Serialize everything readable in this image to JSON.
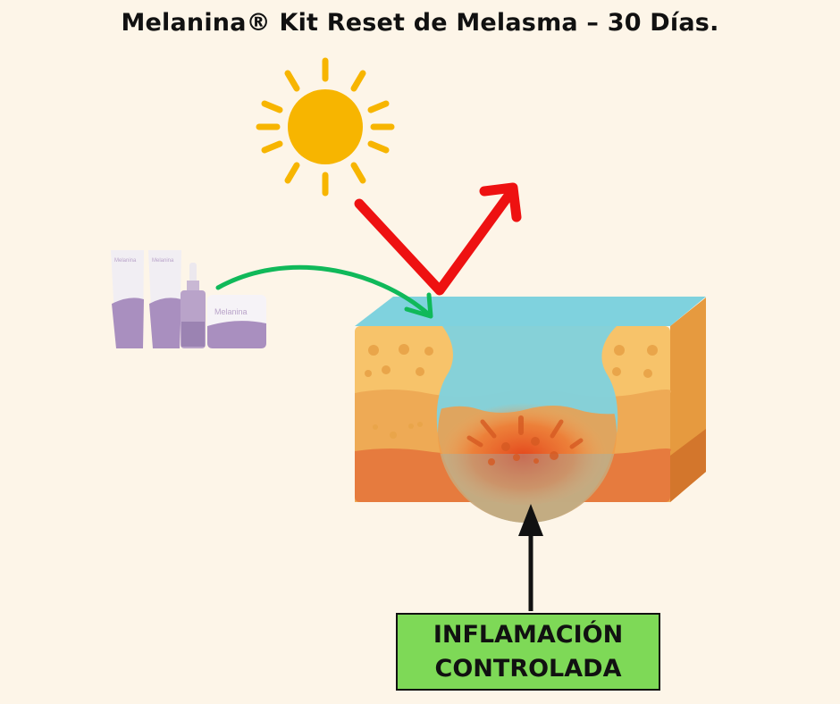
{
  "title": "Melanina® Kit Reset de Melasma – 30 Días.",
  "product_brand": "Melanina",
  "label_box": {
    "line1": "INFLAMACIÓN",
    "line2": "CONTROLADA"
  },
  "colors": {
    "background": "#fdf5e8",
    "sun": "#f7b500",
    "uv_arrow": "#ee1111",
    "product_arrow": "#10b95a",
    "label_box": "#7ed957",
    "skin_top": "#f7c36a",
    "skin_mid": "#eeaa55",
    "skin_deep": "#e67b3e",
    "water": "#7fd2de"
  }
}
